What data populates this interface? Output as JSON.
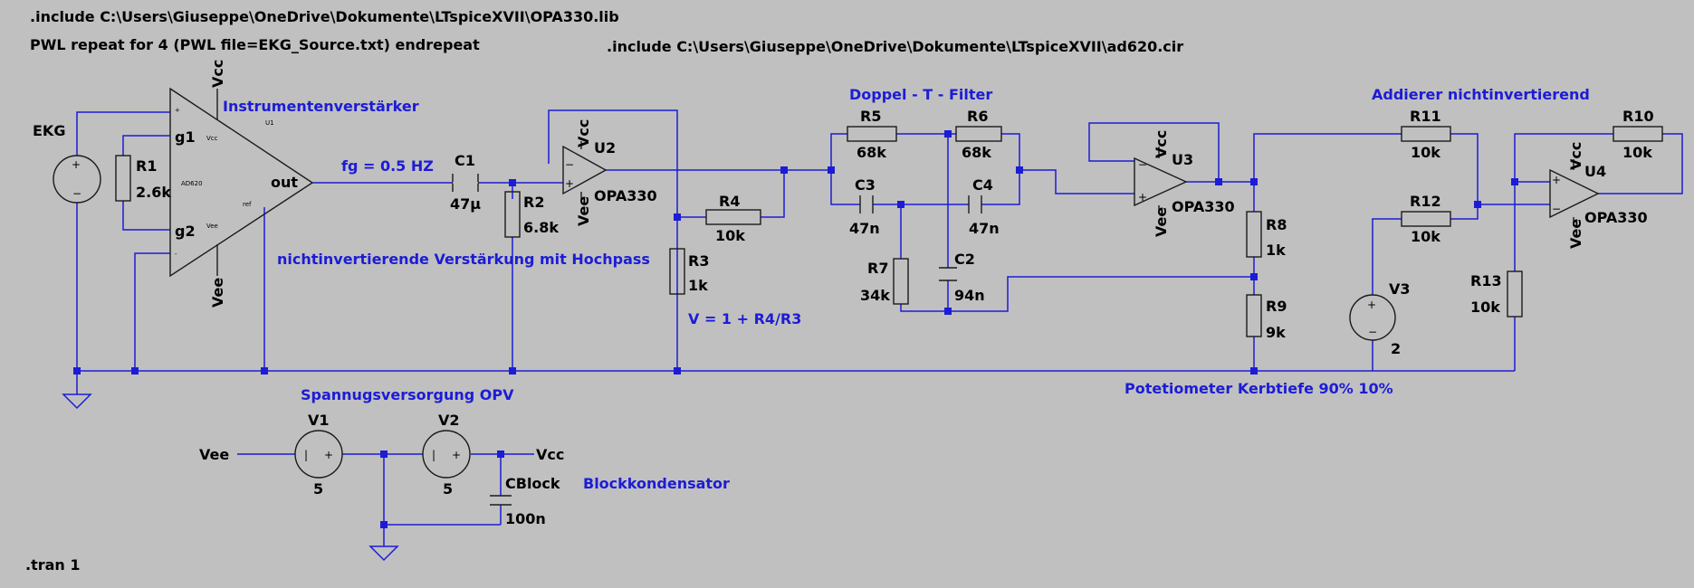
{
  "directives": {
    "include_opa": ".include C:\\Users\\Giuseppe\\OneDrive\\Dokumente\\LTspiceXVII\\OPA330.lib",
    "pwl": "PWL repeat for 4 (PWL file=EKG_Source.txt) endrepeat",
    "include_ad620": ".include C:\\Users\\Giuseppe\\OneDrive\\Dokumente\\LTspiceXVII\\ad620.cir",
    "tran": ".tran 1"
  },
  "comments": {
    "inamp": "Instrumentenverstärker",
    "fg": "fg = 0.5 HZ",
    "noninv": "nichtinvertierende Verstärkung mit Hochpass",
    "gain": "V = 1 + R4/R3",
    "twint": "Doppel - T - Filter",
    "adder": "Addierer nichtinvertierend",
    "poti": "Potetiometer Kerbtiefe 90% 10%",
    "supply": "Spannugsversorgung OPV",
    "block": "Blockkondensator"
  },
  "sources": {
    "ekg": {
      "name": "EKG"
    },
    "v1": {
      "name": "V1",
      "value": "5"
    },
    "v2": {
      "name": "V2",
      "value": "5"
    },
    "v3": {
      "name": "V3",
      "value": "2"
    }
  },
  "components": {
    "r1": {
      "name": "R1",
      "value": "2.6k"
    },
    "c1": {
      "name": "C1",
      "value": "47µ"
    },
    "r2": {
      "name": "R2",
      "value": "6.8k"
    },
    "r3": {
      "name": "R3",
      "value": "1k"
    },
    "r4": {
      "name": "R4",
      "value": "10k"
    },
    "r5": {
      "name": "R5",
      "value": "68k"
    },
    "r6": {
      "name": "R6",
      "value": "68k"
    },
    "c3": {
      "name": "C3",
      "value": "47n"
    },
    "c4": {
      "name": "C4",
      "value": "47n"
    },
    "r7": {
      "name": "R7",
      "value": "34k"
    },
    "c2": {
      "name": "C2",
      "value": "94n"
    },
    "r8": {
      "name": "R8",
      "value": "1k"
    },
    "r9": {
      "name": "R9",
      "value": "9k"
    },
    "r11": {
      "name": "R11",
      "value": "10k"
    },
    "r12": {
      "name": "R12",
      "value": "10k"
    },
    "r10": {
      "name": "R10",
      "value": "10k"
    },
    "r13": {
      "name": "R13",
      "value": "10k"
    },
    "cblock": {
      "name": "CBlock",
      "value": "100n"
    }
  },
  "opamps": {
    "u1": {
      "name": "U1",
      "part": "AD620",
      "pin_g1": "g1",
      "pin_g2": "g2",
      "pin_out": "out",
      "pin_vcc": "Vcc",
      "pin_vee": "Vee",
      "pin_ref": "ref"
    },
    "u2": {
      "name": "U2",
      "part": "OPA330"
    },
    "u3": {
      "name": "U3",
      "part": "OPA330"
    },
    "u4": {
      "name": "U4",
      "part": "OPA330"
    }
  },
  "nets": {
    "vcc": "Vcc",
    "vee": "Vee"
  }
}
